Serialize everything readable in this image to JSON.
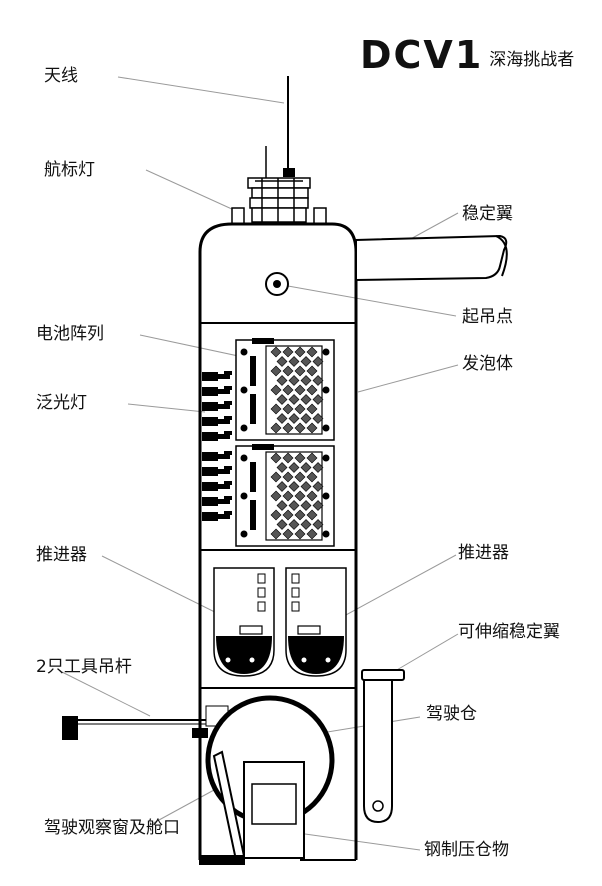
{
  "brand": {
    "logo": "DCV1",
    "subtitle": "深海挑战者"
  },
  "labels": {
    "antenna": "天线",
    "nav_light": "航标灯",
    "battery_array": "电池阵列",
    "floodlight": "泛光灯",
    "thruster_left": "推进器",
    "tool_boom": "2只工具吊杆",
    "view_window": "驾驶观察窗及舱口",
    "stabilizer": "稳定翼",
    "lift_point": "起吊点",
    "foam": "发泡体",
    "thruster_right": "推进器",
    "retract_stabilizer": "可伸缩稳定翼",
    "cockpit": "驾驶仓",
    "ballast": "钢制压仓物"
  },
  "colors": {
    "line": "#000000",
    "leader": "#999999",
    "background": "#ffffff"
  }
}
